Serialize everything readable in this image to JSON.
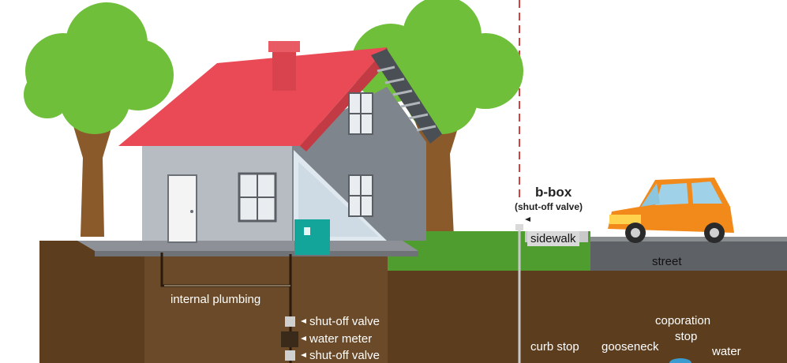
{
  "labels": {
    "b_box": "b-box",
    "b_box_sub": "(shut-off valve)",
    "sidewalk": "sidewalk",
    "street": "street",
    "internal_plumbing": "internal plumbing",
    "shut_off_valve_1": "shut-off valve",
    "water_meter": "water meter",
    "shut_off_valve_2": "shut-off valve",
    "curb_stop": "curb stop",
    "gooseneck": "gooseneck",
    "corporation_stop_1": "coporation",
    "corporation_stop_2": "stop",
    "water": "water"
  },
  "colors": {
    "soil": "#5c3d1e",
    "basement": "#6a4a28",
    "grass": "#4f9d2f",
    "roof": "#ea4a55",
    "wall": "#9aa0a6",
    "street": "#5e6166",
    "car": "#f28a1b",
    "tree": "#6fbf3a",
    "trunk": "#8a5a2b"
  }
}
